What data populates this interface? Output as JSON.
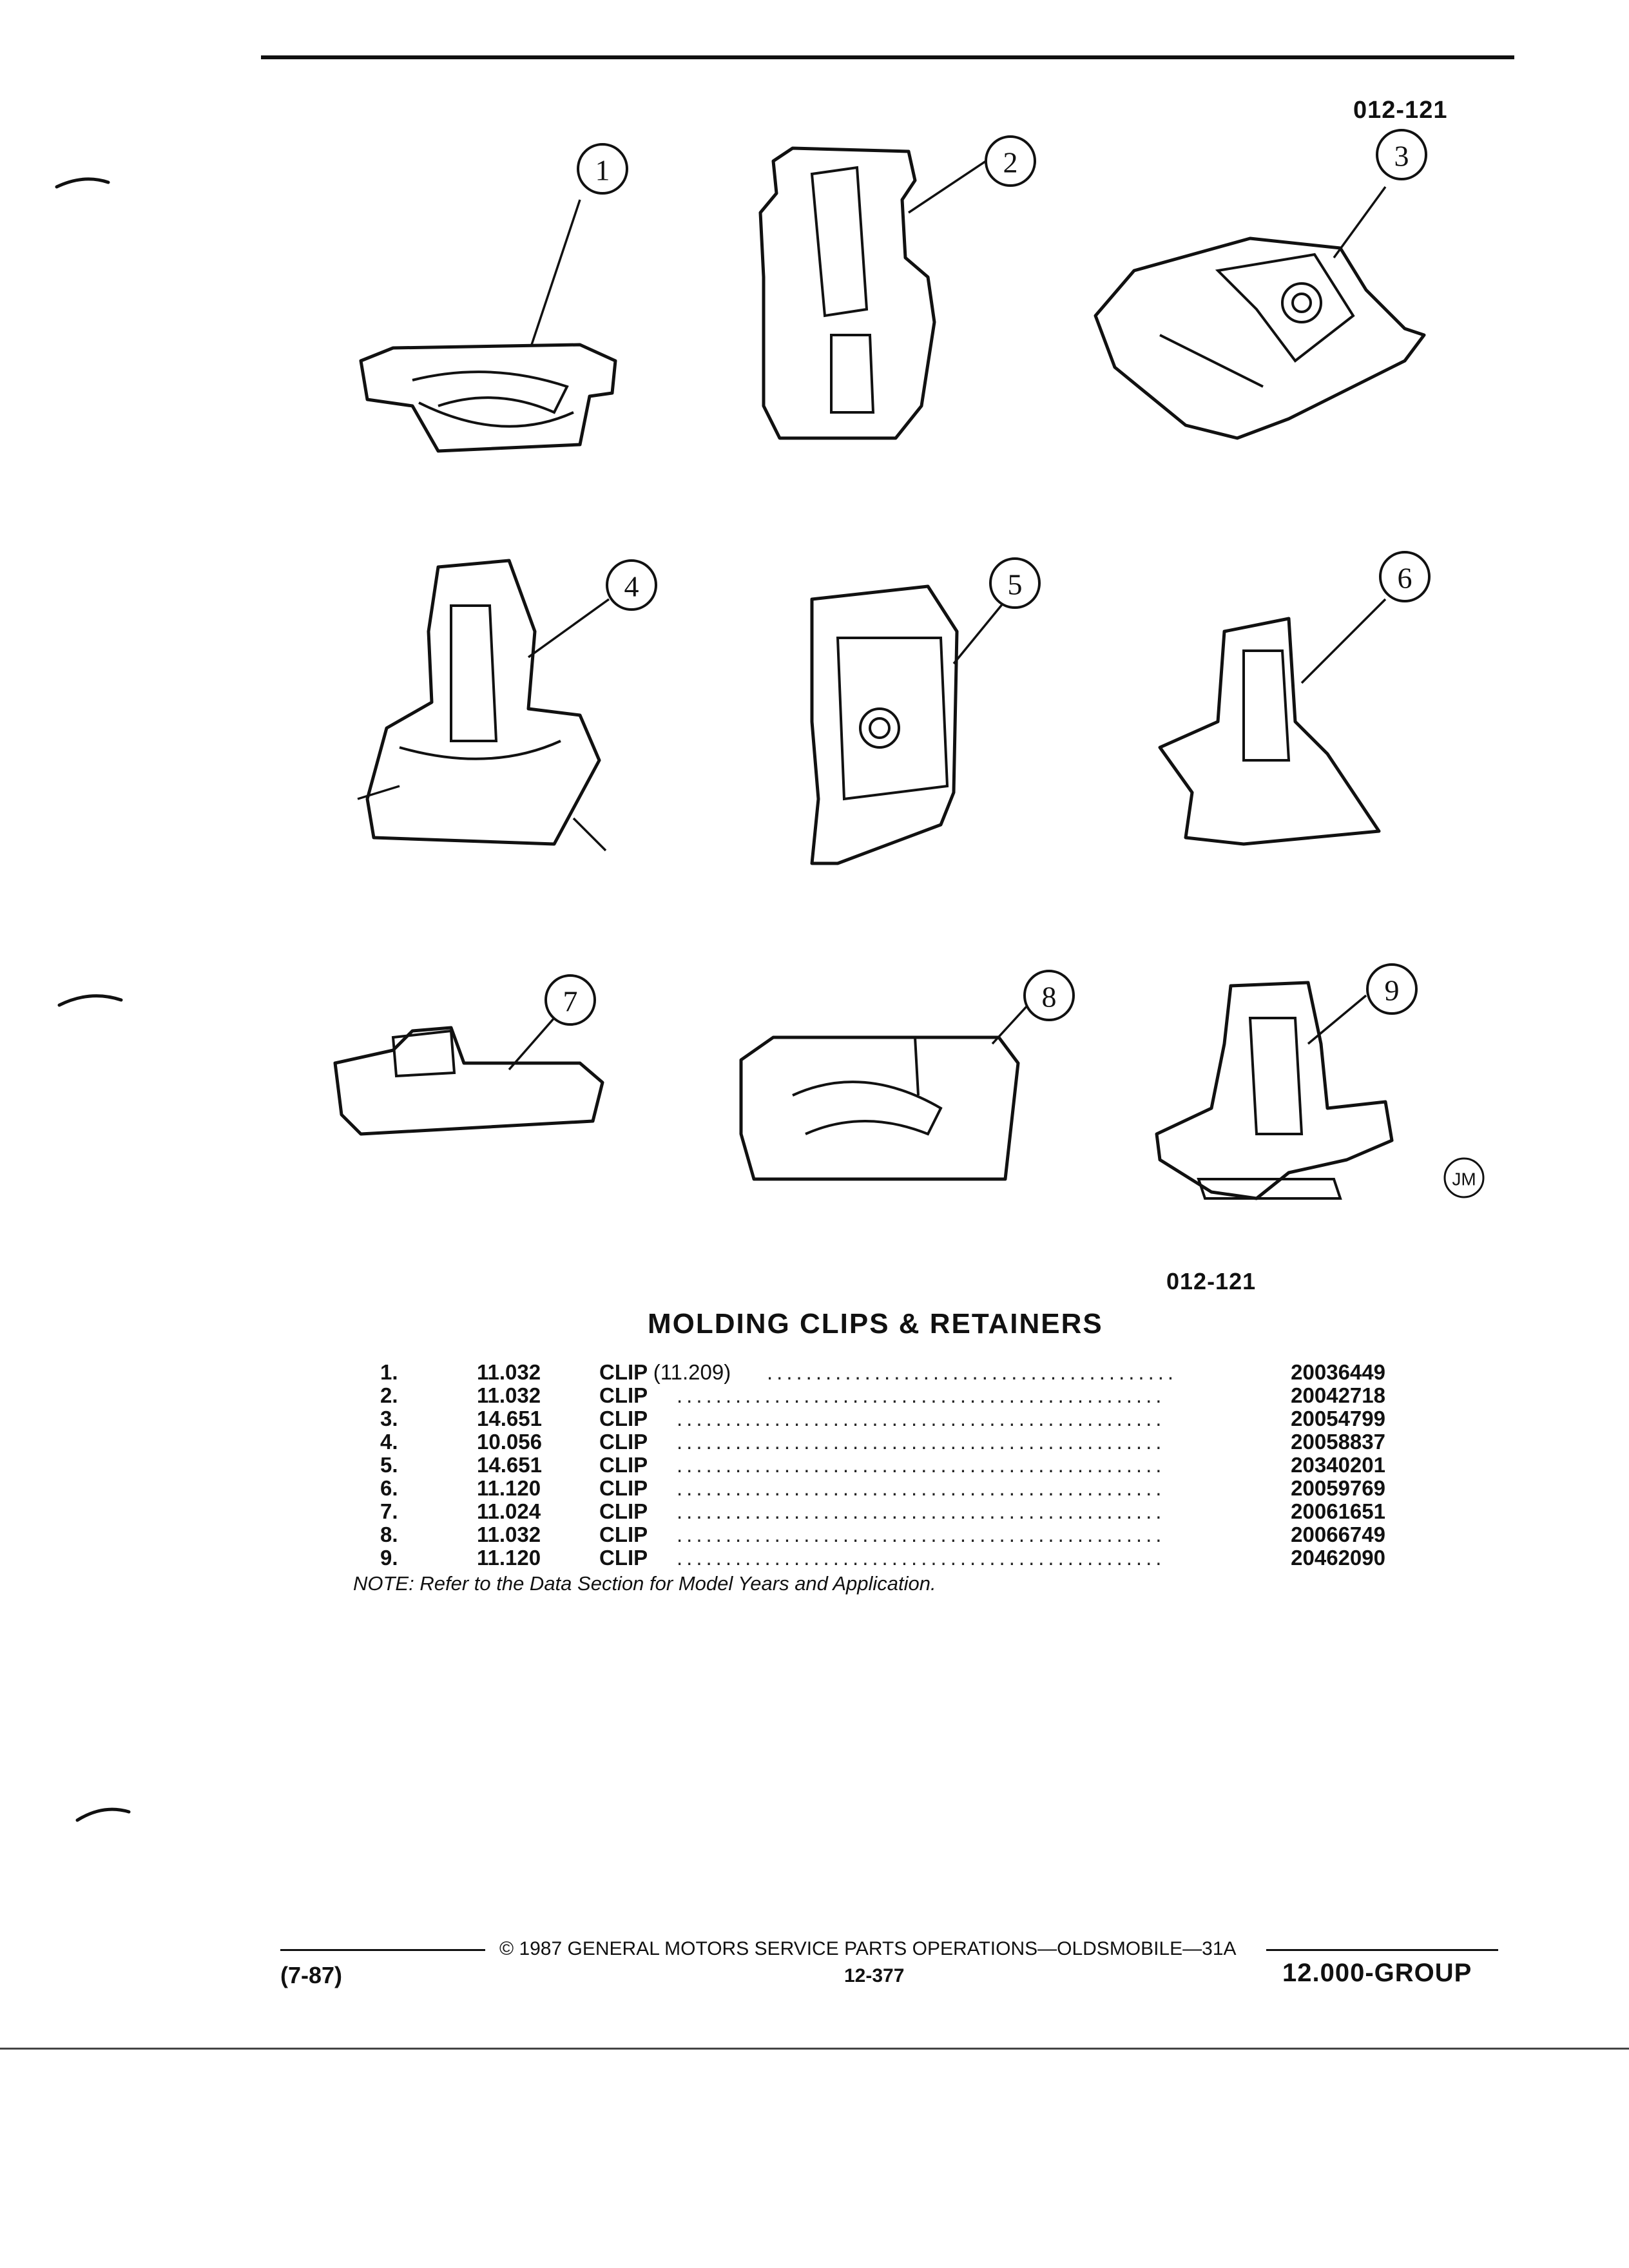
{
  "header": {
    "figure_code_top": "012-121",
    "figure_code_bottom": "012-121"
  },
  "figure": {
    "callouts": [
      "1",
      "2",
      "3",
      "4",
      "5",
      "6",
      "7",
      "8",
      "9"
    ],
    "artist_mark": "JM"
  },
  "section_title": "MOLDING CLIPS & RETAINERS",
  "parts": [
    {
      "no": "1.",
      "group": "11.032",
      "desc": "CLIP",
      "note": "(11.209)",
      "part": "20036449"
    },
    {
      "no": "2.",
      "group": "11.032",
      "desc": "CLIP",
      "note": "",
      "part": "20042718"
    },
    {
      "no": "3.",
      "group": "14.651",
      "desc": "CLIP",
      "note": "",
      "part": "20054799"
    },
    {
      "no": "4.",
      "group": "10.056",
      "desc": "CLIP",
      "note": "",
      "part": "20058837"
    },
    {
      "no": "5.",
      "group": "14.651",
      "desc": "CLIP",
      "note": "",
      "part": "20340201"
    },
    {
      "no": "6.",
      "group": "11.120",
      "desc": "CLIP",
      "note": "",
      "part": "20059769"
    },
    {
      "no": "7.",
      "group": "11.024",
      "desc": "CLIP",
      "note": "",
      "part": "20061651"
    },
    {
      "no": "8.",
      "group": "11.032",
      "desc": "CLIP",
      "note": "",
      "part": "20066749"
    },
    {
      "no": "9.",
      "group": "11.120",
      "desc": "CLIP",
      "note": "",
      "part": "20462090"
    }
  ],
  "note": "NOTE: Refer to the Data Section for Model Years and Application.",
  "footer": {
    "date": "(7-87)",
    "copyright": "© 1987 GENERAL MOTORS SERVICE PARTS OPERATIONS—OLDSMOBILE—31A",
    "page": "12-377",
    "group": "12.000-GROUP"
  }
}
